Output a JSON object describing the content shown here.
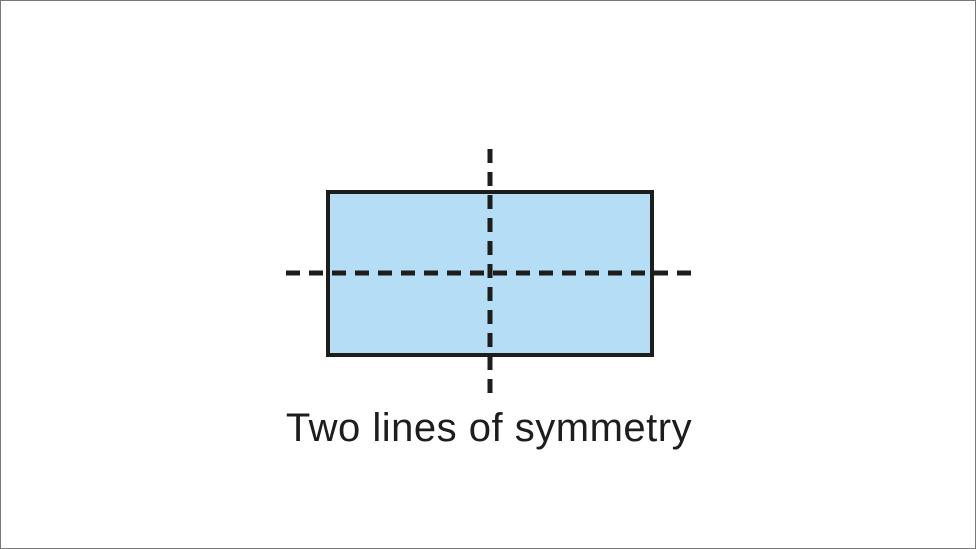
{
  "page": {
    "background": "#ffffff",
    "border_color": "#77777c"
  },
  "caption": {
    "text": "Two lines of symmetry"
  },
  "diagram": {
    "shape": "rectangle",
    "symmetry_line_count": "2",
    "rect_fill": "#b5ddf5",
    "rect_stroke": "#1d1d1b",
    "line_color": "#1d1d1b",
    "line_style": "dashed"
  }
}
